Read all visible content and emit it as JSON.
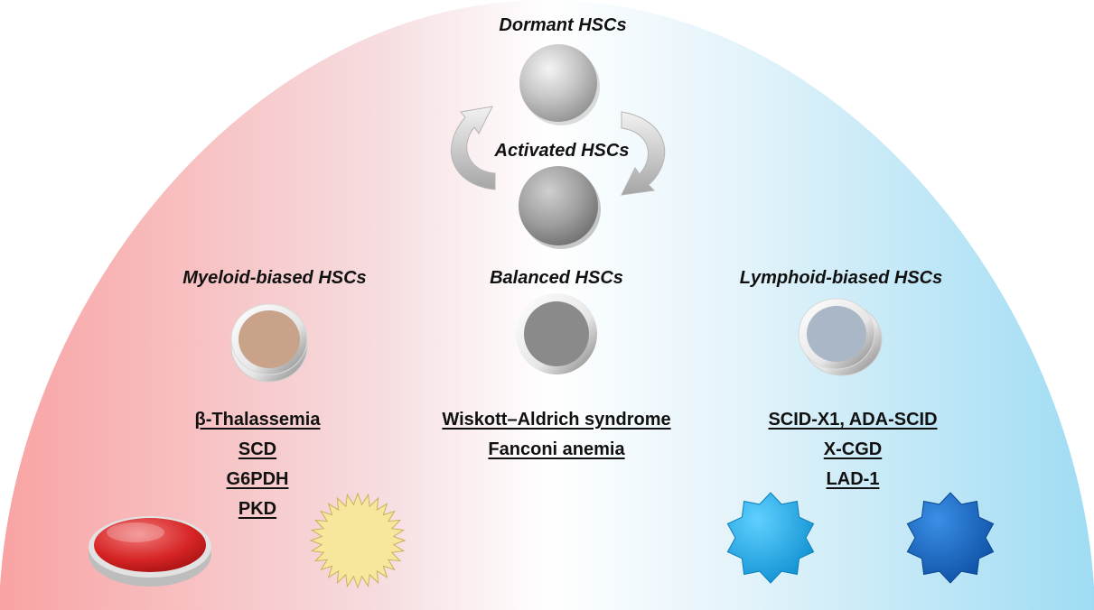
{
  "dormant": "Dormant HSCs",
  "activated": "Activated HSCs",
  "myeloid": {
    "title": "Myeloid-biased HSCs",
    "diseases": [
      "β-Thalassemia",
      "SCD",
      "G6PDH",
      "PKD"
    ]
  },
  "balanced": {
    "title": "Balanced HSCs",
    "diseases": [
      "Wiskott–Aldrich syndrome",
      "Fanconi anemia"
    ]
  },
  "lymphoid": {
    "title": "Lymphoid-biased HSCs",
    "diseases": [
      "SCID-X1, ADA-SCID",
      "X-CGD",
      "LAD-1"
    ]
  },
  "colors": {
    "myeloid_gradient": "#f9a5a5",
    "lymphoid_gradient": "#a6def2",
    "red_cell": "#d82a2a",
    "platelet": "#f6e79c",
    "lymph_light": "#1aa6e4",
    "lymph_dark": "#1466c0"
  }
}
